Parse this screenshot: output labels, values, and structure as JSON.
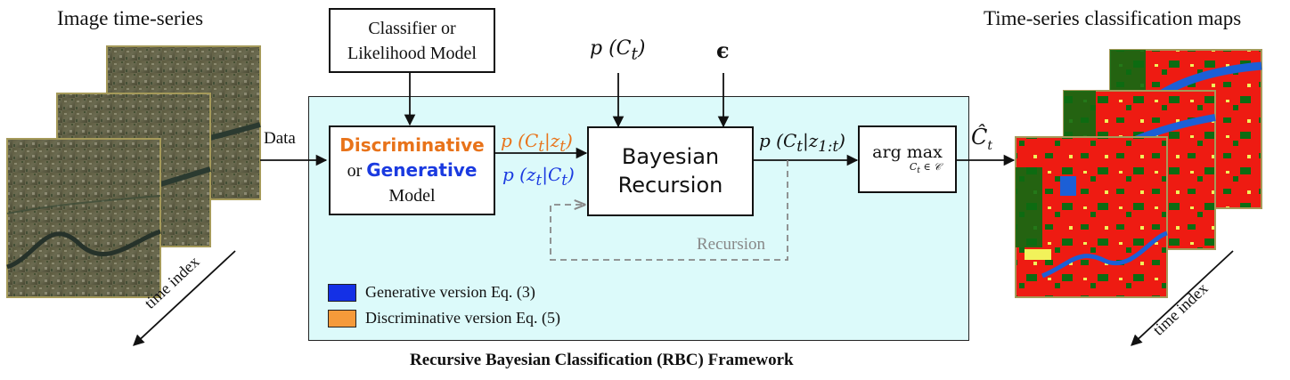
{
  "left_title": "Image time-series",
  "right_title": "Time-series classification maps",
  "top_box": {
    "line1": "Classifier or",
    "line2": "Likelihood Model"
  },
  "prior_label": "p (C",
  "prior_sub": "t",
  "prior_close": ")",
  "epsilon": "ϵ",
  "data_label": "Data",
  "model_box": {
    "disc": "Discriminative",
    "or": "or ",
    "gen": "Generative",
    "model": "Model"
  },
  "disc_expr": "p (C_t|z_t)",
  "gen_expr": "p (z_t|C_t)",
  "bayes_box": {
    "line1": "Bayesian",
    "line2": "Recursion"
  },
  "posterior_expr": "p (C_t|z_1:t)",
  "argmax": {
    "main": "arg max",
    "sub": "C_t ∈ 𝒞"
  },
  "output_label": "Ĉ_t",
  "recursion_label": "Recursion",
  "legend": [
    {
      "label": "Generative version Eq. (3)",
      "color": "#1430e6"
    },
    {
      "label": "Discriminative version Eq. (5)",
      "color": "#f59a3a"
    }
  ],
  "framework_caption": "Recursive Bayesian Classification (RBC) Framework",
  "time_index_label": "time index",
  "colors": {
    "framework_bg": "#dcfafa",
    "discriminative": "#e8731a",
    "generative": "#1a3ae0",
    "map_red": "#ee1b12",
    "map_green": "#0d6b12",
    "map_blue": "#1c5fd6",
    "map_yellow": "#f2f25a"
  }
}
